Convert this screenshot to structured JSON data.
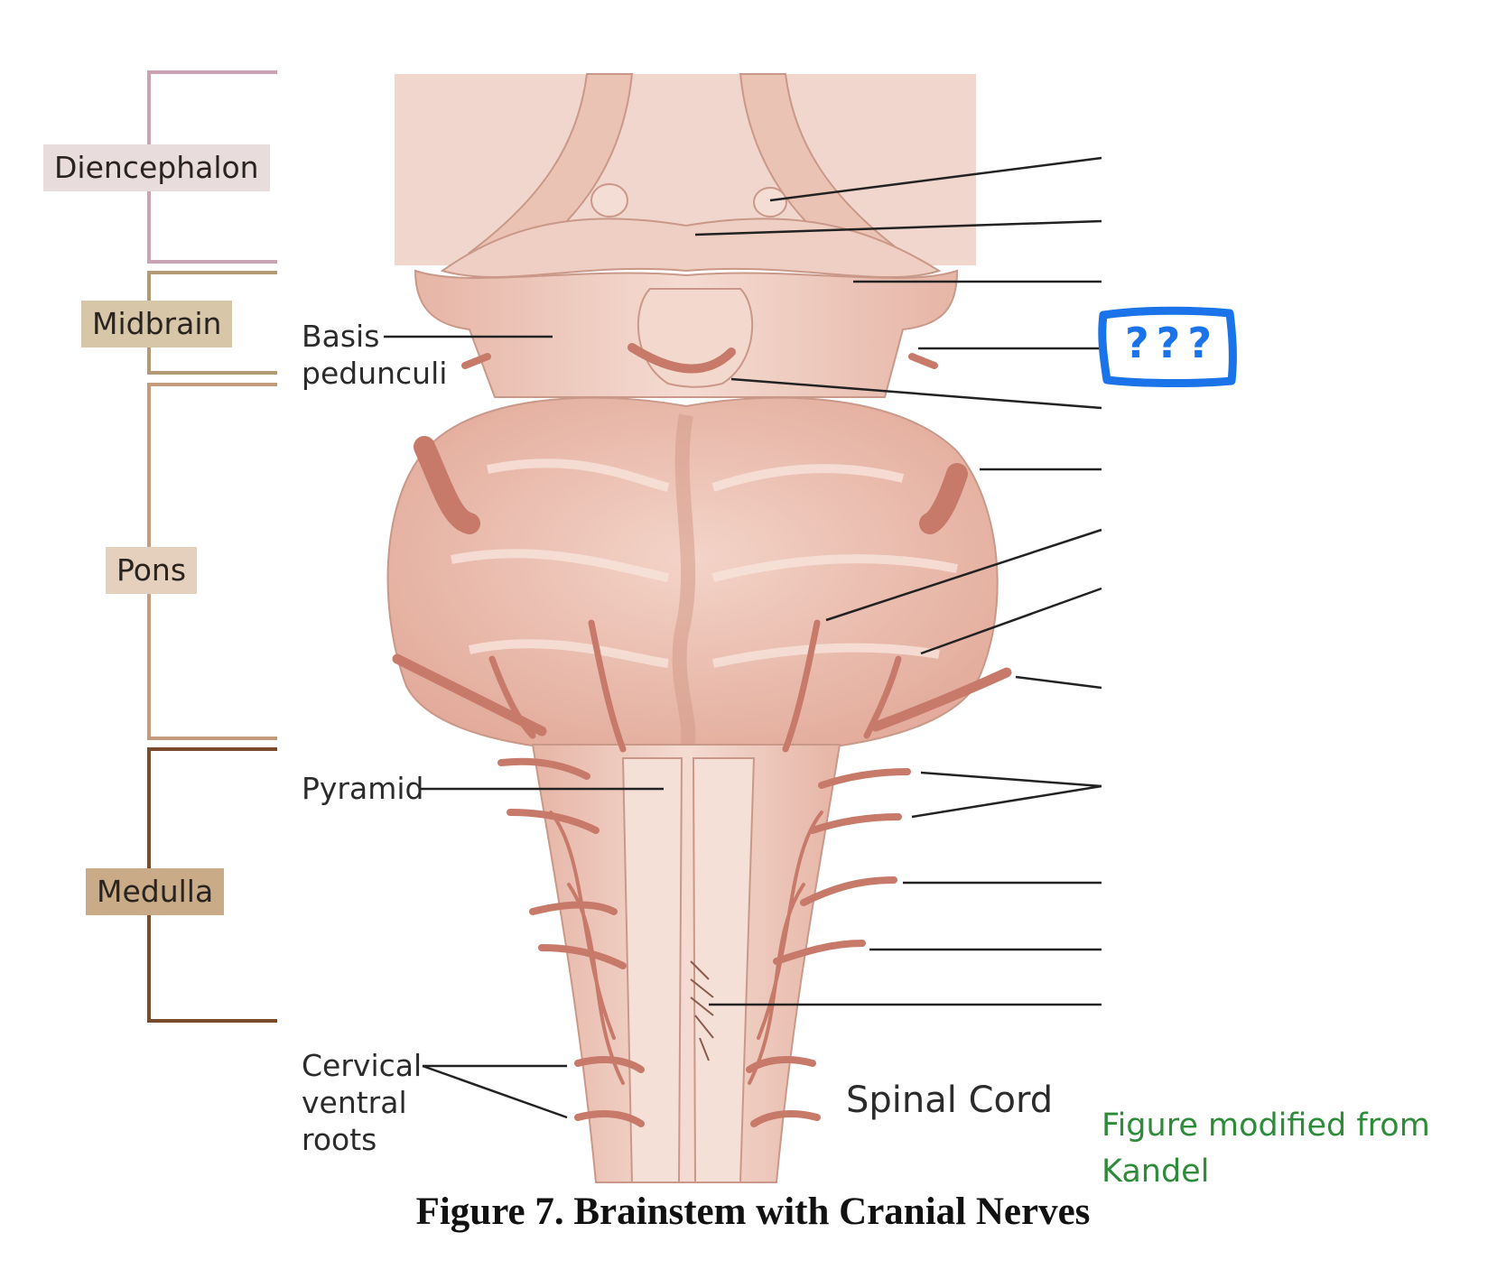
{
  "regions": [
    {
      "key": "diencephalon",
      "label": "Diencephalon",
      "bg": "#e8dcdc",
      "bracket": "#c9a3b3"
    },
    {
      "key": "midbrain",
      "label": "Midbrain",
      "bg": "#d8c6a9",
      "bracket": "#b49a74"
    },
    {
      "key": "pons",
      "label": "Pons",
      "bg": "#e4d0bd",
      "bracket": "#c59b7d"
    },
    {
      "key": "medulla",
      "label": "Medulla",
      "bg": "#c9ab88",
      "bracket": "#7a4a2c"
    }
  ],
  "anatomy_labels": {
    "basis_pedunculi": "Basis\npedunculi",
    "pyramid": "Pyramid",
    "cervical_roots": "Cervical\nventral\nroots",
    "spinal_cord": "Spinal Cord"
  },
  "annotation_mark": {
    "text": "???",
    "color": "#1a73e8"
  },
  "credit": {
    "text": "Figure modified from\nKandel",
    "color": "#2e8b3a"
  },
  "caption": "Figure 7.  Brainstem with Cranial Nerves",
  "colors": {
    "tissue": "#f1d3c8",
    "tissue_shade": "#dba295",
    "nerve": "#c77a6a",
    "line": "#222222"
  }
}
